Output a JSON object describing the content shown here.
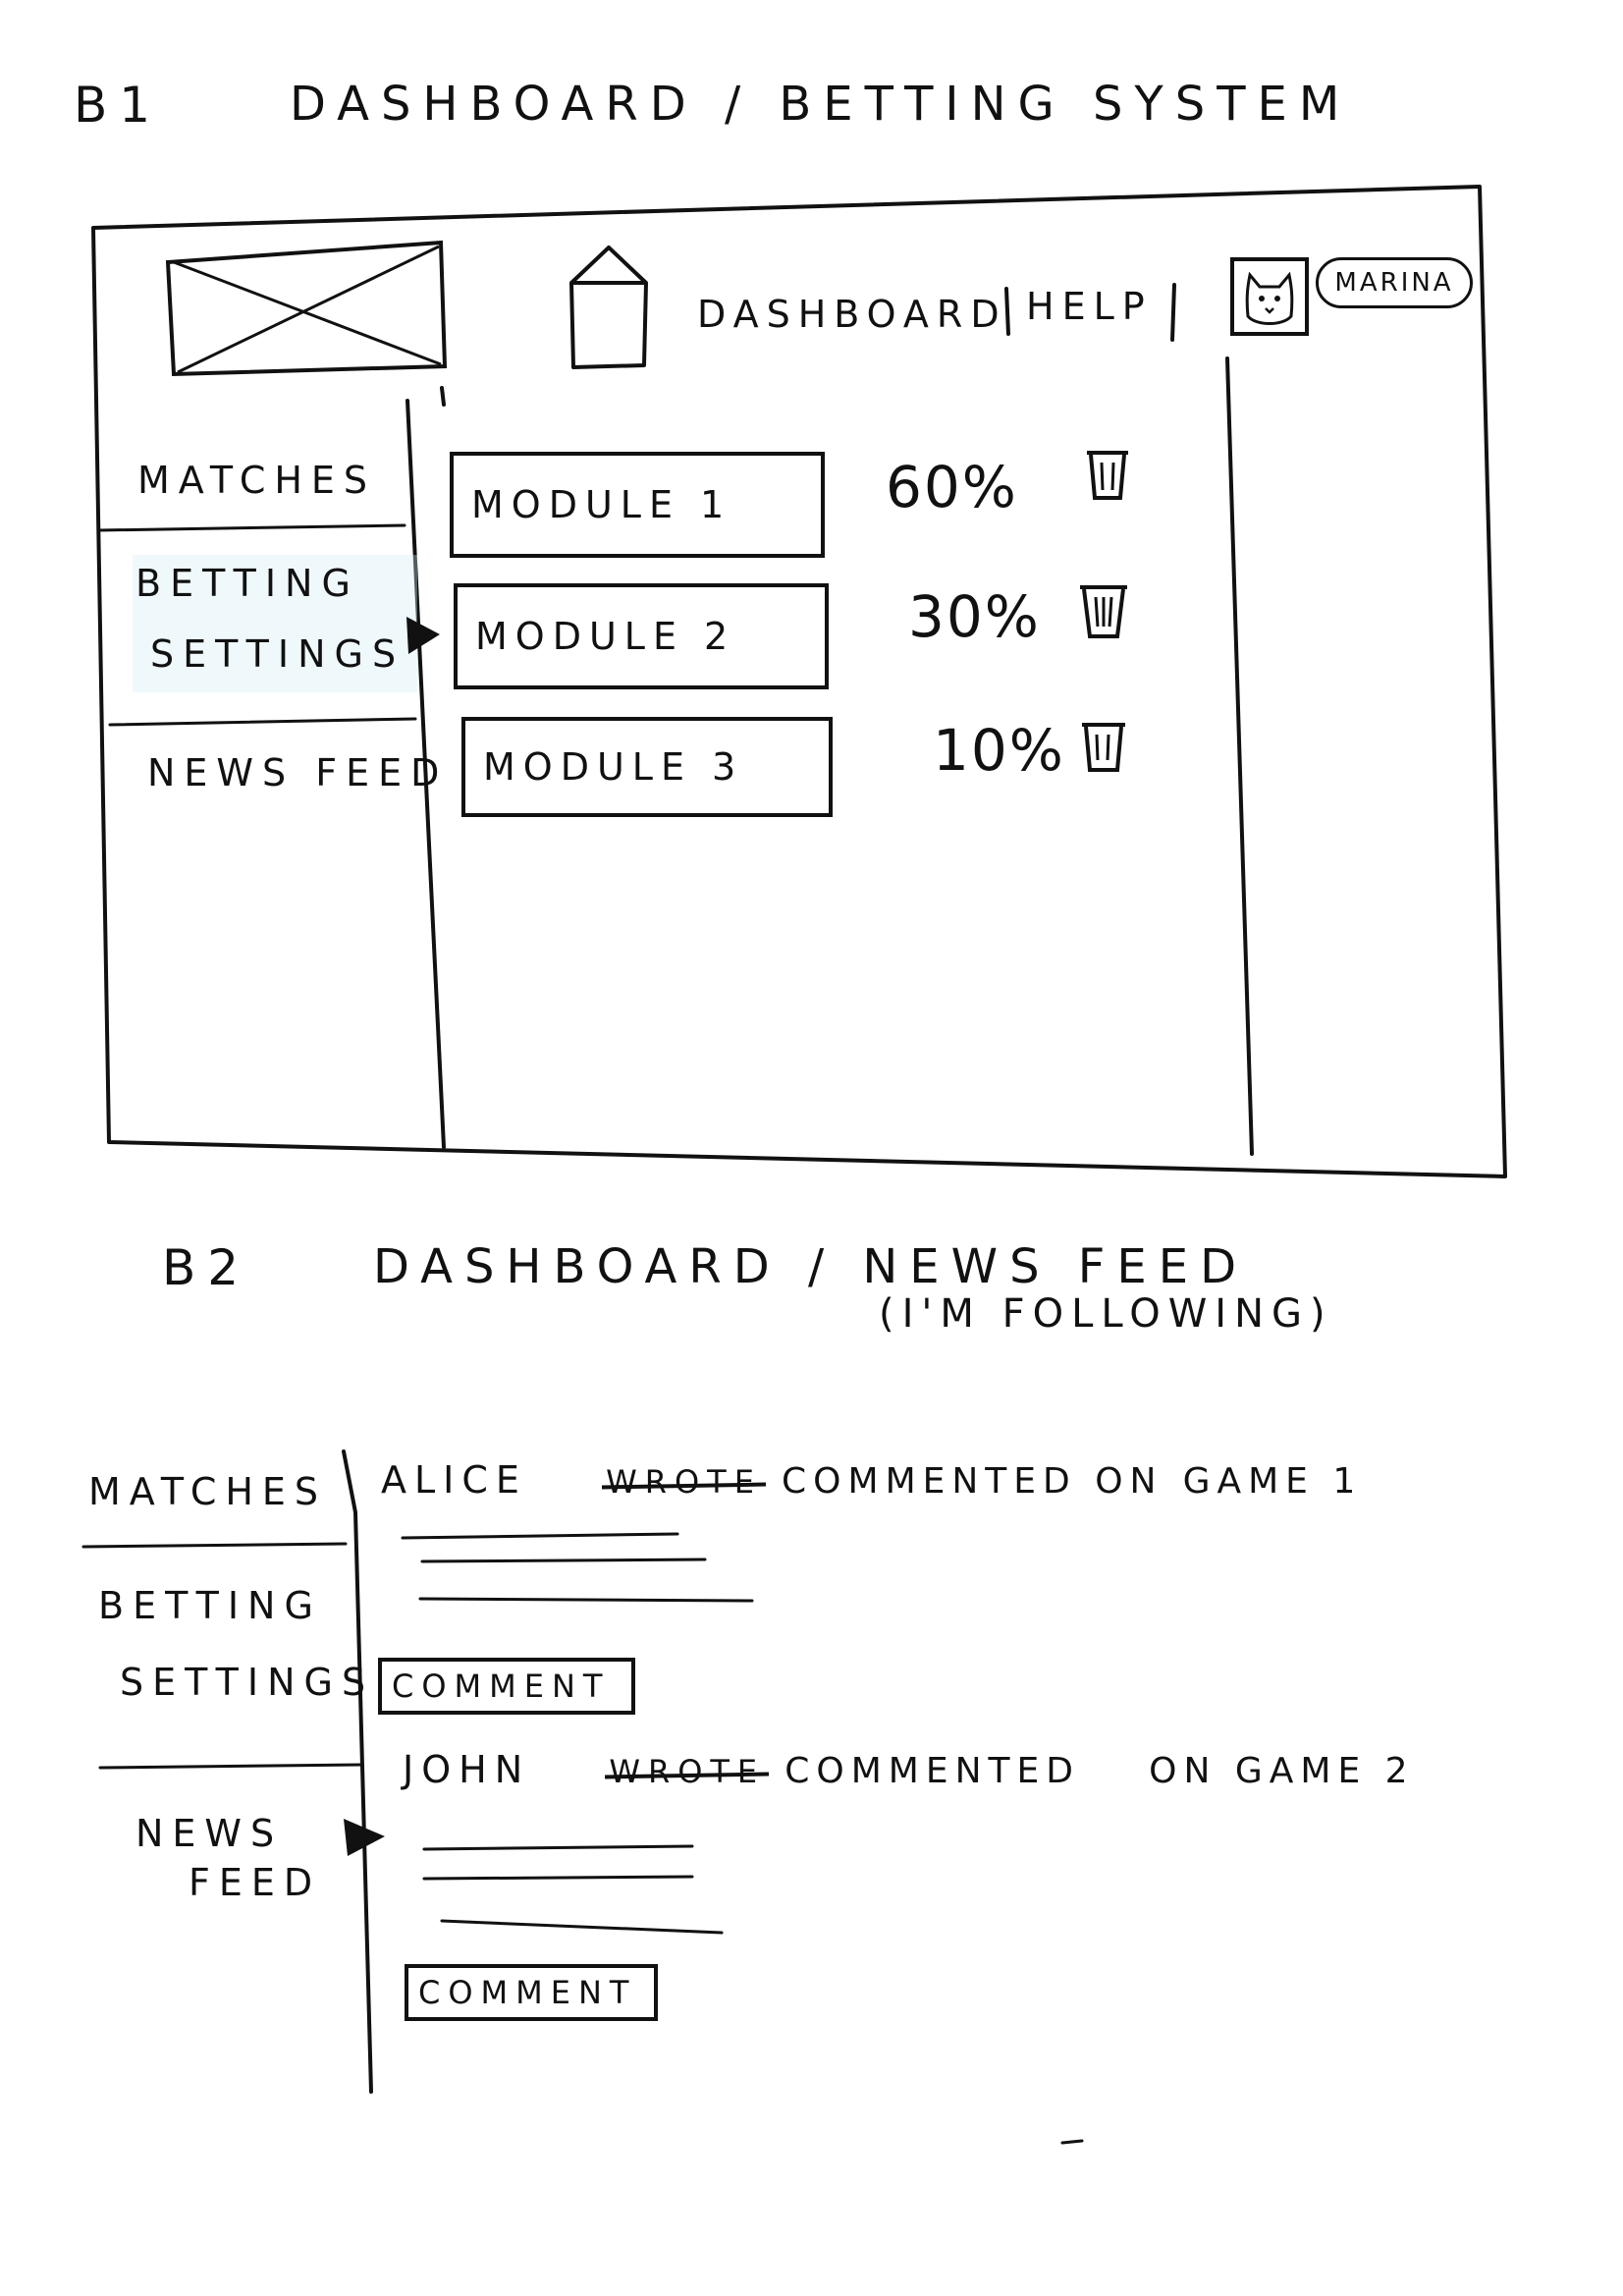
{
  "b1": {
    "label": "B1",
    "title": "DASHBOARD / BETTING SYSTEM",
    "header": {
      "logo_icon": "image-placeholder-icon",
      "home_icon": "home-icon",
      "nav": [
        "DASHBOARD",
        "HELP"
      ],
      "avatar_icon": "cat-avatar-icon",
      "user_name": "MARINA"
    },
    "sidebar": {
      "items": [
        {
          "label": "MATCHES"
        },
        {
          "label_line1": "BETTING",
          "label_line2": "SETTINGS"
        },
        {
          "label": "NEWS FEED"
        }
      ],
      "active_indicator_icon": "arrow-right-icon"
    },
    "modules": [
      {
        "name": "MODULE 1",
        "percent": "60%",
        "delete_icon": "trash-icon"
      },
      {
        "name": "MODULE 2",
        "percent": "30%",
        "delete_icon": "trash-icon"
      },
      {
        "name": "MODULE 3",
        "percent": "10%",
        "delete_icon": "trash-icon"
      }
    ]
  },
  "b2": {
    "label": "B2",
    "title": "DASHBOARD / NEWS FEED",
    "subtitle": "(I'M FOLLOWING)",
    "sidebar": {
      "items": [
        {
          "label": "MATCHES"
        },
        {
          "label_line1": "BETTING",
          "label_line2": "SETTINGS"
        },
        {
          "label_line1": "NEWS",
          "label_line2": "FEED"
        }
      ],
      "active_indicator_icon": "arrow-right-icon"
    },
    "feed": [
      {
        "user": "ALICE",
        "struck_word": "WROTE",
        "action": "COMMENTED ON",
        "target": "GAME 1",
        "button": "COMMENT"
      },
      {
        "user": "JOHN",
        "struck_word": "WROTE",
        "action": "COMMENTED",
        "target": "ON GAME 2",
        "button": "COMMENT"
      }
    ]
  }
}
